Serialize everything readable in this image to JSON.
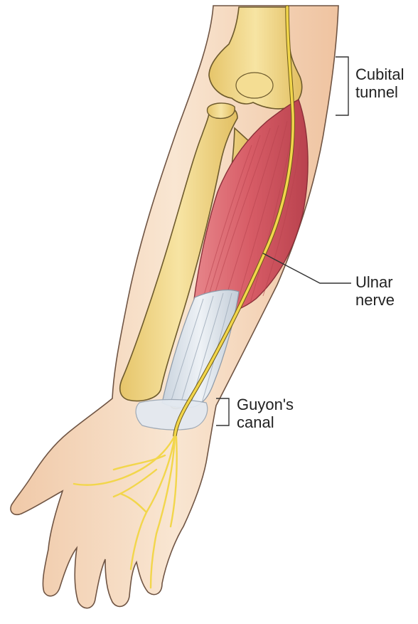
{
  "labels": {
    "cubital_tunnel": {
      "line1": "Cubital",
      "line2": "tunnel"
    },
    "ulnar_nerve": {
      "line1": "Ulnar",
      "line2": "nerve"
    },
    "guyons_canal": {
      "line1": "Guyon's",
      "line2": "canal"
    }
  },
  "colors": {
    "skin": "#f6ddc4",
    "skin_outline": "#6f5443",
    "bone": "#f1d889",
    "bone_outline": "#6d5a2c",
    "muscle": "#d9606a",
    "tendon": "#dde5ee",
    "nerve": "#f2d64b",
    "leader_line": "#333333"
  }
}
